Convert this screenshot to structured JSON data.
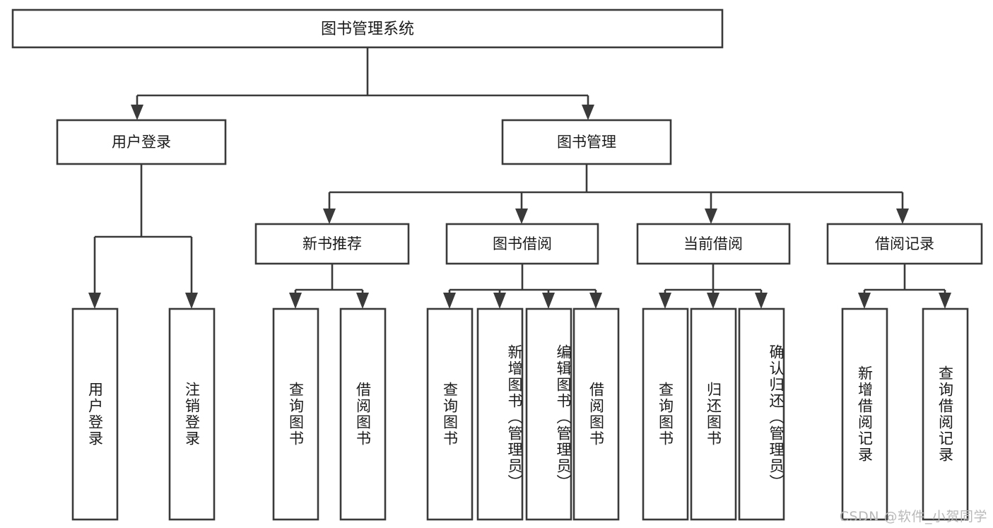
{
  "diagram": {
    "title": "图书管理系统",
    "type": "tree",
    "watermark": "CSDN @软件_小贺同学",
    "colors": {
      "stroke": "#3a3a3a",
      "node_fill": "#ffffff",
      "text": "#1a1a1a",
      "background": "#ffffff",
      "watermark": "#b9b9b9"
    },
    "levels": {
      "root": {
        "label": "图书管理系统"
      },
      "level2": [
        {
          "label": "用户登录"
        },
        {
          "label": "图书管理"
        }
      ],
      "level3": [
        {
          "label": "新书推荐"
        },
        {
          "label": "图书借阅"
        },
        {
          "label": "当前借阅"
        },
        {
          "label": "借阅记录"
        }
      ],
      "leaves": [
        {
          "label": "用户登录",
          "parent": "用户登录"
        },
        {
          "label": "注销登录",
          "parent": "用户登录"
        },
        {
          "label": "查询图书",
          "parent": "新书推荐"
        },
        {
          "label": "借阅图书",
          "parent": "新书推荐"
        },
        {
          "label": "查询图书",
          "parent": "图书借阅"
        },
        {
          "label": "新增图书（管理员）",
          "parent": "图书借阅"
        },
        {
          "label": "编辑图书（管理员）",
          "parent": "图书借阅"
        },
        {
          "label": "借阅图书",
          "parent": "图书借阅"
        },
        {
          "label": "查询图书",
          "parent": "当前借阅"
        },
        {
          "label": "归还图书",
          "parent": "当前借阅"
        },
        {
          "label": "确认归还（管理员）",
          "parent": "当前借阅"
        },
        {
          "label": "新增借阅记录",
          "parent": "借阅记录"
        },
        {
          "label": "查询借阅记录",
          "parent": "借阅记录"
        }
      ]
    }
  }
}
